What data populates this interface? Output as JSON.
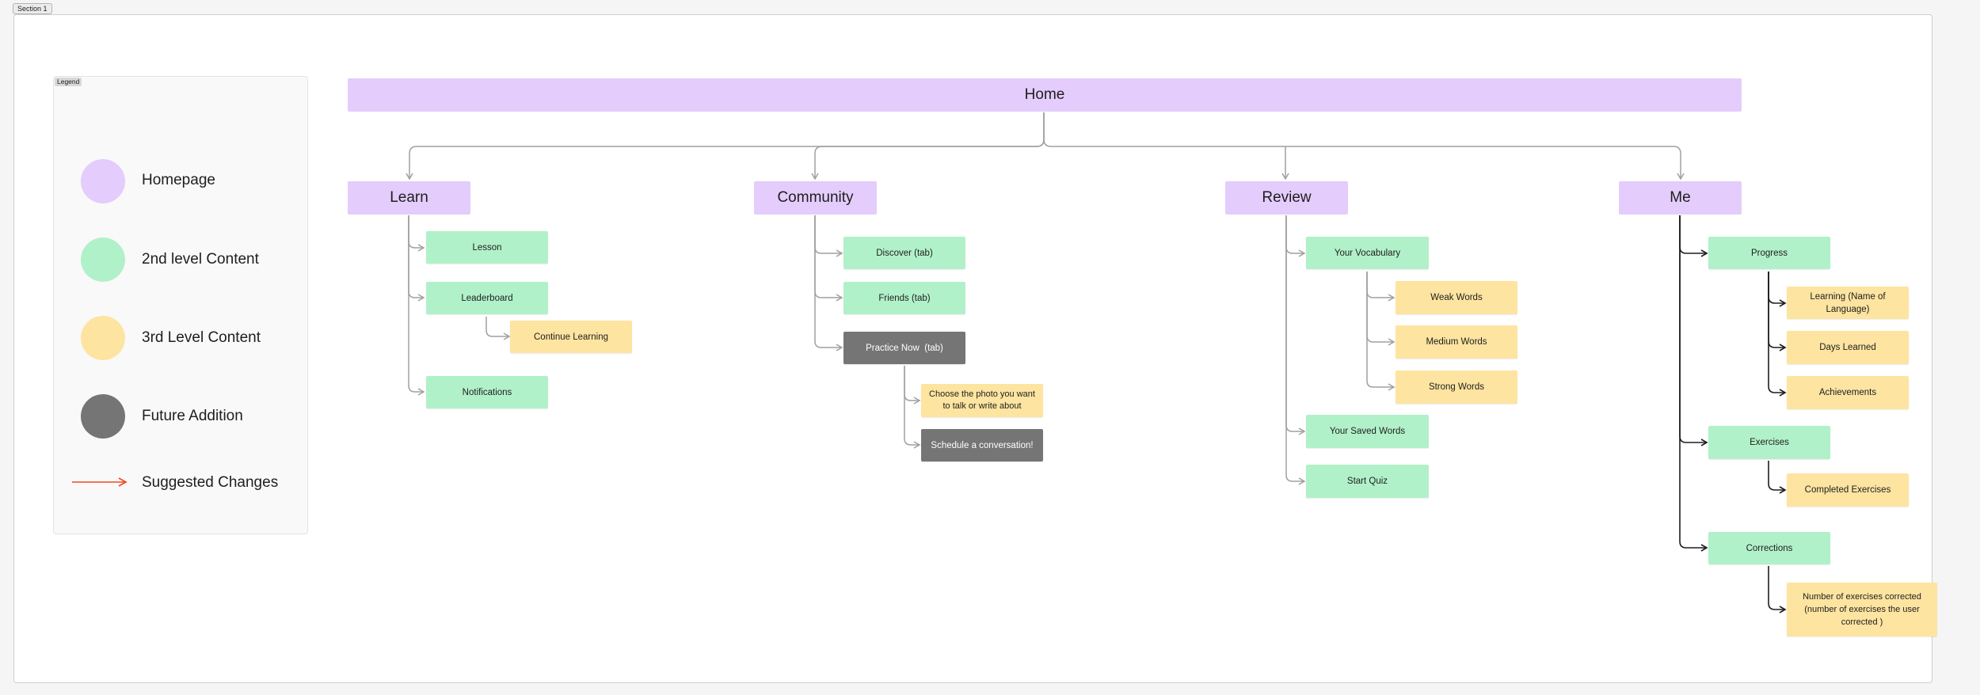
{
  "section": {
    "label": "Section 1"
  },
  "legend": {
    "tag": "Legend",
    "items": [
      {
        "label": "Homepage",
        "color": "#e4ccfc"
      },
      {
        "label": "2nd level Content",
        "color": "#b1f1c9"
      },
      {
        "label": "3rd Level Content",
        "color": "#fde4a0"
      },
      {
        "label": "Future Addition",
        "color": "#757575"
      },
      {
        "label": "Suggested Changes",
        "color": "#f24822"
      }
    ]
  },
  "colors": {
    "homepage": "#e4ccfc",
    "level2": "#b1f1c9",
    "level3": "#fde4a0",
    "future": "#757575",
    "connector": "#a0a0a0",
    "connector_dark": "#1e1e1e"
  },
  "home": "Home",
  "learn": {
    "title": "Learn",
    "lesson": "Lesson",
    "leaderboard": "Leaderboard",
    "continue_learning": "Continue Learning",
    "notifications": "Notifications"
  },
  "community": {
    "title": "Community",
    "discover": "Discover (tab)",
    "friends": "Friends (tab)",
    "practice_now": "Practice Now  (tab)",
    "choose_photo": "Choose the photo you want to talk or write about",
    "schedule": "Schedule a conversation!"
  },
  "review": {
    "title": "Review",
    "your_vocabulary": "Your Vocabulary",
    "weak_words": "Weak Words",
    "medium_words": "Medium Words",
    "strong_words": "Strong Words",
    "saved_words": "Your Saved Words",
    "start_quiz": "Start Quiz"
  },
  "me": {
    "title": "Me",
    "progress": "Progress",
    "learning_language": "Learning (Name of Language)",
    "days_learned": "Days Learned",
    "achievements": "Achievements",
    "exercises": "Exercises",
    "completed_exercises": "Completed Exercises",
    "corrections": "Corrections",
    "corrections_count": "Number of exercises corrected (number of exercises the user corrected )"
  }
}
